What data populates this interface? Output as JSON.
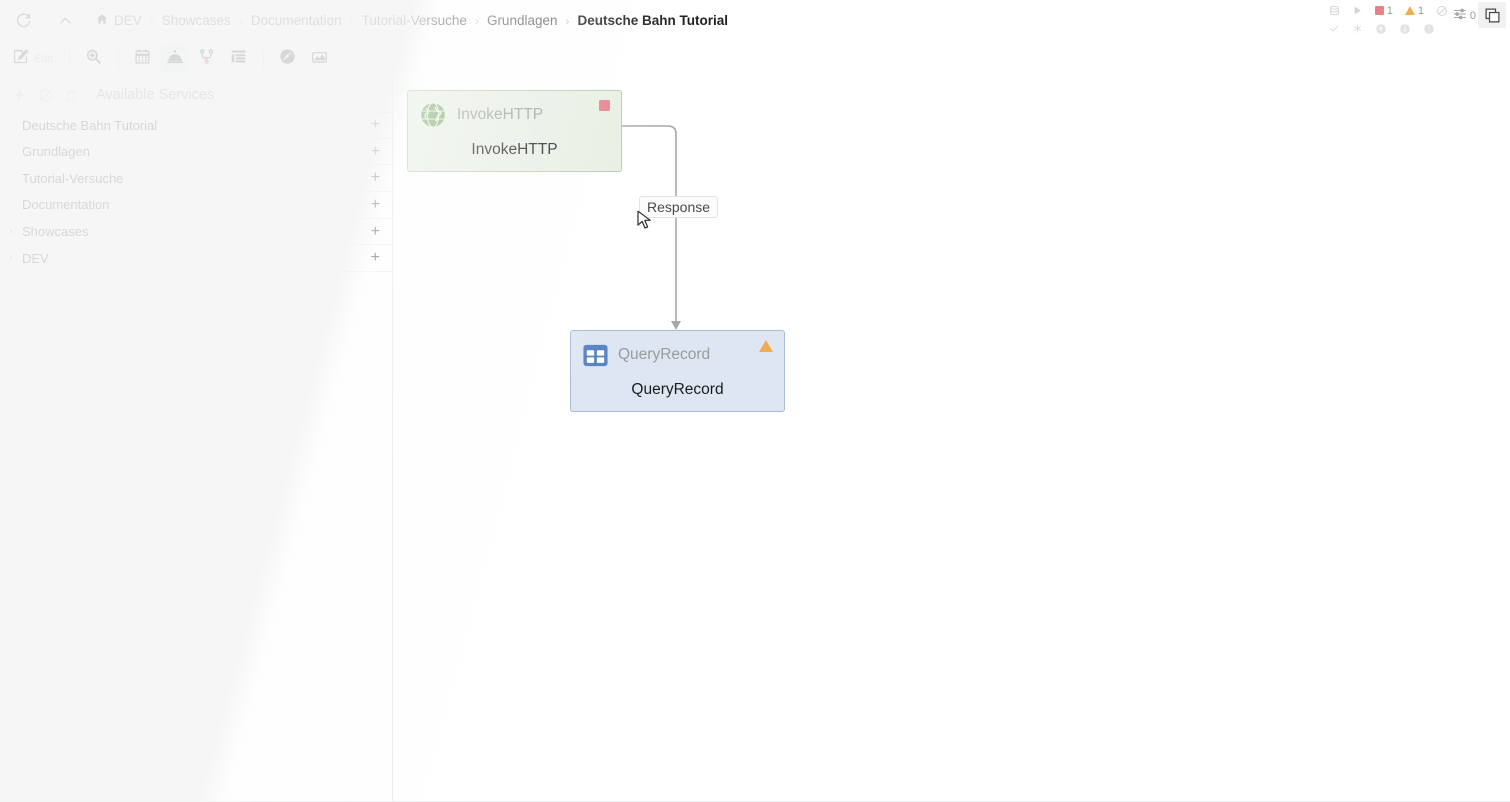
{
  "header": {
    "refresh_icon": "refresh-icon",
    "collapse_icon": "chevron-up-icon",
    "breadcrumb": {
      "home_icon": "home-icon",
      "separator": "›",
      "items": [
        {
          "label": "DEV",
          "current": false
        },
        {
          "label": "Showcases",
          "current": false
        },
        {
          "label": "Documentation",
          "current": false
        },
        {
          "label": "Tutorial-Versuche",
          "current": false
        },
        {
          "label": "Grundlagen",
          "current": false
        },
        {
          "label": "Deutsche Bahn Tutorial",
          "current": true
        }
      ]
    },
    "status": {
      "row1": [
        {
          "icon": "stack-icon",
          "count": ""
        },
        {
          "icon": "play-icon",
          "count": ""
        },
        {
          "icon": "stop-square-icon",
          "count": "1",
          "color": "#e8808a"
        },
        {
          "icon": "warning-triangle-icon",
          "count": "1",
          "color": "#f0ac4e"
        },
        {
          "icon": "disabled-icon",
          "count": ""
        }
      ],
      "row2": [
        {
          "icon": "check-icon",
          "count": ""
        },
        {
          "icon": "asterisk-icon",
          "count": ""
        },
        {
          "icon": "up-circle-icon",
          "count": ""
        },
        {
          "icon": "info-circle-icon",
          "count": ""
        },
        {
          "icon": "question-circle-icon",
          "count": ""
        }
      ],
      "queue": {
        "icon": "queue-icon",
        "count": "0"
      }
    },
    "panel_toggle_icon": "stacked-windows-icon"
  },
  "toolbar": {
    "groups": [
      [
        {
          "name": "edit-button",
          "icon": "pencil-square-icon",
          "label": "Edit",
          "active": false
        }
      ],
      [
        {
          "name": "search-button",
          "icon": "search-plus-icon",
          "label": "",
          "active": false
        }
      ],
      [
        {
          "name": "calendar-button",
          "icon": "calendar-icon",
          "label": "",
          "active": false
        },
        {
          "name": "services-button",
          "icon": "service-bell-icon",
          "label": "",
          "active": true
        },
        {
          "name": "versioning-button",
          "icon": "git-branch-icon",
          "label": "",
          "active": false
        },
        {
          "name": "parameters-button",
          "icon": "list-indent-icon",
          "label": "",
          "active": false
        }
      ],
      [
        {
          "name": "status-history-button",
          "icon": "gauge-icon",
          "label": "",
          "active": false
        },
        {
          "name": "summary-button",
          "icon": "bar-chart-icon",
          "label": "",
          "active": false
        }
      ]
    ]
  },
  "sidebar": {
    "title": "Available Services",
    "actions": [
      {
        "name": "enable-all-action",
        "icon": "lightning-bolt-icon"
      },
      {
        "name": "disable-all-action",
        "icon": "no-entry-icon"
      },
      {
        "name": "delete-action",
        "icon": "trash-icon"
      }
    ],
    "add_glyph": "+",
    "caret_glyph": "›",
    "rows": [
      {
        "label": "Deutsche Bahn Tutorial",
        "expandable": false
      },
      {
        "label": "Grundlagen",
        "expandable": false
      },
      {
        "label": "Tutorial-Versuche",
        "expandable": false
      },
      {
        "label": "Documentation",
        "expandable": false
      },
      {
        "label": "Showcases",
        "expandable": true
      },
      {
        "label": "DEV",
        "expandable": true
      }
    ]
  },
  "canvas": {
    "nodes": [
      {
        "id": "invokehttp",
        "type_label": "InvokeHTTP",
        "name": "InvokeHTTP",
        "icon": "globe-icon",
        "badge": "stop-square-icon",
        "badge_color": "#e8808a",
        "fill": "#e7efe3",
        "stroke": "#b6cdae"
      },
      {
        "id": "queryrecord",
        "type_label": "QueryRecord",
        "name": "QueryRecord",
        "icon": "table-grid-icon",
        "badge": "warning-triangle-icon",
        "badge_color": "#f0ac4e",
        "fill": "#dde6f2",
        "stroke": "#a8bcd6"
      }
    ],
    "connection": {
      "label": "Response",
      "from": "invokehttp",
      "to": "queryrecord",
      "color": "#a8a8a8"
    }
  }
}
